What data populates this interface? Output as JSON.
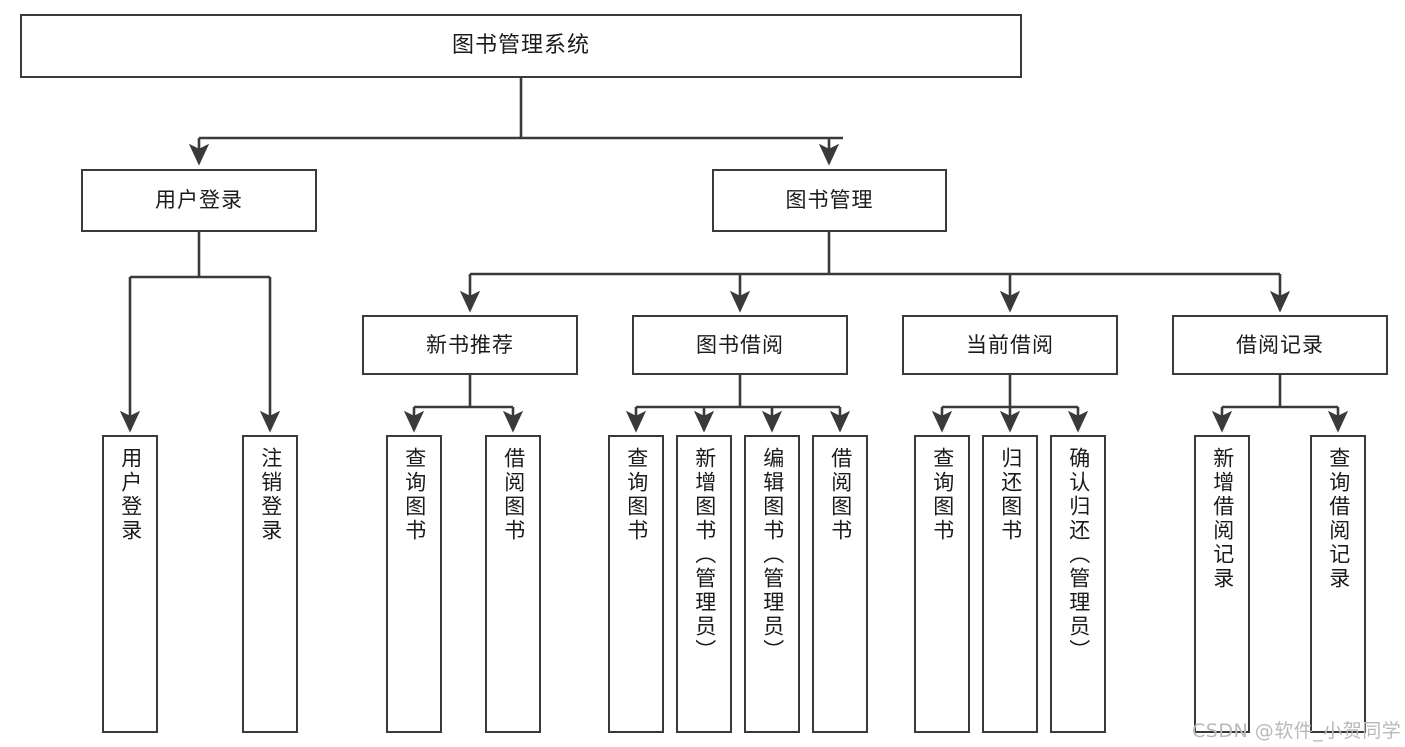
{
  "diagram": {
    "title": "图书管理系统",
    "type": "tree-hierarchy",
    "watermark": "CSDN @软件_小贺同学",
    "stroke_color": "#3a3a3a",
    "fill_color": "#ffffff",
    "text_color": "#1b1b1b",
    "watermark_color": "#b9b9b9"
  },
  "nodes": {
    "root": {
      "label": "图书管理系统",
      "level": 1
    },
    "l2": [
      {
        "id": "user_login",
        "label": "用户登录",
        "level": 2
      },
      {
        "id": "book_mgmt",
        "label": "图书管理",
        "level": 2
      }
    ],
    "l3": [
      {
        "id": "new_book_rec",
        "label": "新书推荐",
        "level": 3,
        "parent": "book_mgmt"
      },
      {
        "id": "book_borrow",
        "label": "图书借阅",
        "level": 3,
        "parent": "book_mgmt"
      },
      {
        "id": "current_borrow",
        "label": "当前借阅",
        "level": 3,
        "parent": "book_mgmt"
      },
      {
        "id": "borrow_record",
        "label": "借阅记录",
        "level": 3,
        "parent": "book_mgmt"
      }
    ],
    "leaves": [
      {
        "id": "leaf_user_login",
        "label": "用户登录",
        "parent": "user_login"
      },
      {
        "id": "leaf_user_logout",
        "label": "注销登录",
        "parent": "user_login"
      },
      {
        "id": "leaf_nb_query",
        "label": "查询图书",
        "parent": "new_book_rec"
      },
      {
        "id": "leaf_nb_borrow",
        "label": "借阅图书",
        "parent": "new_book_rec"
      },
      {
        "id": "leaf_bb_query",
        "label": "查询图书",
        "parent": "book_borrow"
      },
      {
        "id": "leaf_bb_add",
        "label": "新增图书（管理员）",
        "parent": "book_borrow"
      },
      {
        "id": "leaf_bb_edit",
        "label": "编辑图书（管理员）",
        "parent": "book_borrow"
      },
      {
        "id": "leaf_bb_borrow",
        "label": "借阅图书",
        "parent": "book_borrow"
      },
      {
        "id": "leaf_cb_query",
        "label": "查询图书",
        "parent": "current_borrow"
      },
      {
        "id": "leaf_cb_return",
        "label": "归还图书",
        "parent": "current_borrow"
      },
      {
        "id": "leaf_cb_confirm",
        "label": "确认归还（管理员）",
        "parent": "current_borrow"
      },
      {
        "id": "leaf_br_add",
        "label": "新增借阅记录",
        "parent": "borrow_record"
      },
      {
        "id": "leaf_br_query",
        "label": "查询借阅记录",
        "parent": "borrow_record"
      }
    ]
  }
}
